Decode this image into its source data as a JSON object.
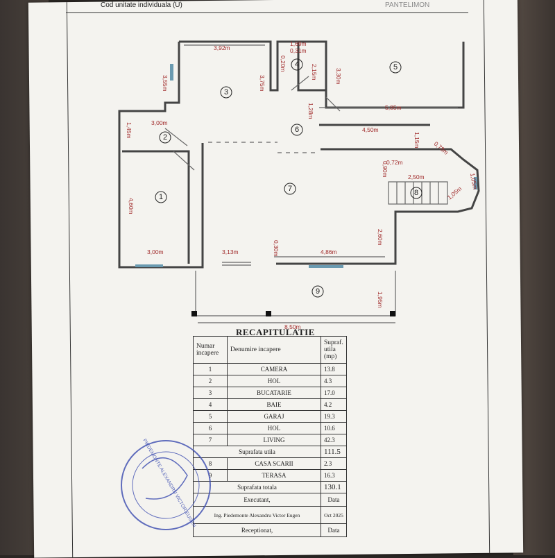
{
  "header": {
    "label": "Cod unitate individuala (U)",
    "value": "PANTELIMON"
  },
  "plan": {
    "dims": [
      "3,92m",
      "3,55m",
      "3,75m",
      "1,69m",
      "0,31m",
      "0,20m",
      "2,15m",
      "3,30m",
      "5,85m",
      "1,28m",
      "3,00m",
      "1,45m",
      "4,50m",
      "1,15m",
      "0,78m",
      "0,90m",
      "0,72m",
      "2,50m",
      "1,05m",
      "1,05m",
      "4,60m",
      "3,00m",
      "3,13m",
      "0,30m",
      "4,86m",
      "2,60m",
      "1,95m",
      "8,50m"
    ],
    "rooms": [
      "1",
      "2",
      "3",
      "4",
      "5",
      "6",
      "7",
      "8",
      "9"
    ]
  },
  "recap": {
    "title": "RECAPITULATIE",
    "headers": {
      "nr": "Numar incapere",
      "name": "Denumire incapere",
      "area": "Supraf. utila (mp)"
    },
    "rows": [
      {
        "nr": "1",
        "name": "CAMERA",
        "area": "13.8"
      },
      {
        "nr": "2",
        "name": "HOL",
        "area": "4.3"
      },
      {
        "nr": "3",
        "name": "BUCATARIE",
        "area": "17.0"
      },
      {
        "nr": "4",
        "name": "BAIE",
        "area": "4.2"
      },
      {
        "nr": "5",
        "name": "GARAJ",
        "area": "19.3"
      },
      {
        "nr": "6",
        "name": "HOL",
        "area": "10.6"
      },
      {
        "nr": "7",
        "name": "LIVING",
        "area": "42.3"
      }
    ],
    "utila_label": "Suprafata utila",
    "utila_value": "111.5",
    "extra_rows": [
      {
        "nr": "8",
        "name": "CASA SCARII",
        "area": "2.3"
      },
      {
        "nr": "9",
        "name": "TERASA",
        "area": "16.3"
      }
    ],
    "totala_label": "Suprafata totala",
    "totala_value": "130.1",
    "executant_label": "Executant,",
    "data_label": "Data",
    "executant_name": "Ing. Piedemonte Alexandru Victor Eugen",
    "executant_date": "Oct 2025",
    "receptionat_label": "Receptionat,",
    "data_label2": "Data"
  },
  "stamp_text": "PIEDEMONTE ALEXANDRU VICTOR EUGEN"
}
